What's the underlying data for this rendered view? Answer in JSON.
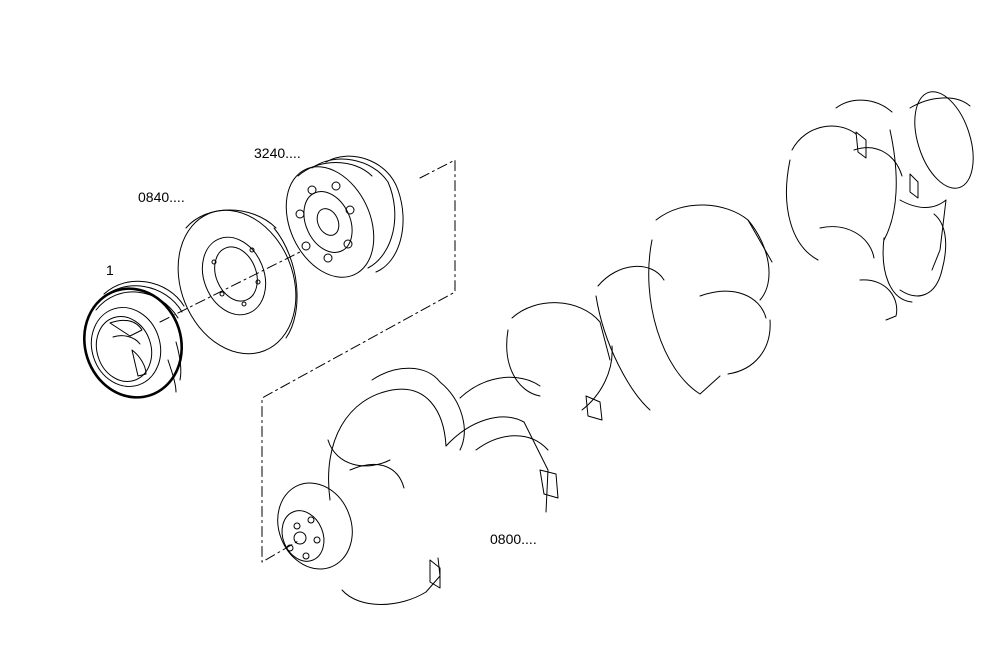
{
  "labels": {
    "damper": "1",
    "pulley": "0840....",
    "hub": "3240....",
    "crankshaft": "0800...."
  }
}
